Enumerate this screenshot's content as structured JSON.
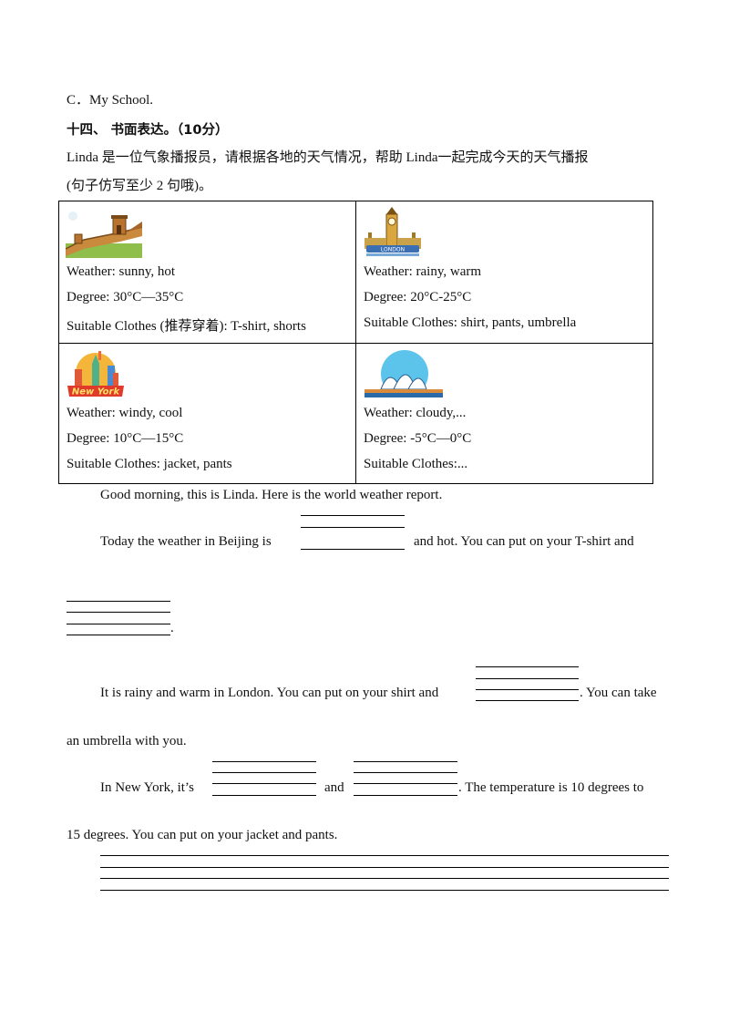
{
  "option_c": "C．My School.",
  "section_heading": "十四、 书面表达。（10分）",
  "instruction_line1": "Linda 是一位气象播报员，请根据各地的天气情况，帮助 Linda一起完成今天的天气播报",
  "instruction_line2": "(句子仿写至少 2 句哦)。",
  "table": {
    "cells": [
      {
        "weather": "Weather: sunny, hot",
        "degree": "Degree: 30°C—35°C",
        "clothes": "Suitable Clothes (推荐穿着): T-shirt, shorts"
      },
      {
        "weather": "Weather: rainy, warm",
        "degree": "Degree: 20°C-25°C",
        "clothes": "Suitable Clothes: shirt, pants, umbrella",
        "logo_text": "LONDON"
      },
      {
        "weather": "Weather: windy, cool",
        "degree": "Degree: 10°C—15°C",
        "clothes": "Suitable Clothes: jacket, pants",
        "logo_text": "New York"
      },
      {
        "weather": "Weather: cloudy,...",
        "degree": "Degree: -5°C—0°C",
        "clothes": "Suitable Clothes:..."
      }
    ]
  },
  "passage": {
    "p1": "Good morning, this is Linda. Here is the world weather report.",
    "p2_a": "Today the weather in Beijing is",
    "p2_b": "and hot. You can put on your T-shirt and",
    "p2_end": ".",
    "p3_a": "It is rainy and warm in London. You can put on your shirt and",
    "p3_b": ". You can take",
    "p3_c": "an umbrella with you.",
    "p4_a": "In New York, it’s",
    "p4_and": "and",
    "p4_b": ". The temperature is 10 degrees to",
    "p4_c": "15 degrees. You can put on your jacket and pants."
  }
}
